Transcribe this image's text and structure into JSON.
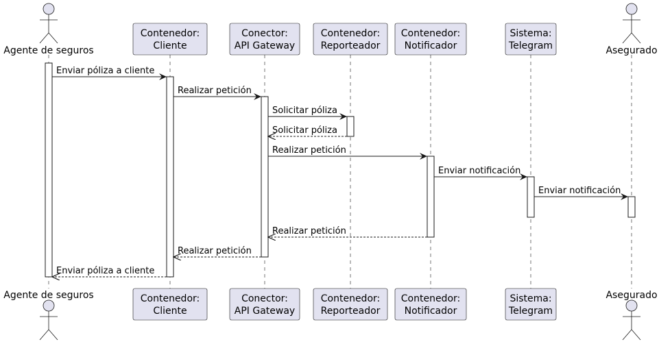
{
  "participants": [
    {
      "id": "agente",
      "kind": "actor",
      "lines": [
        "Agente de seguros"
      ]
    },
    {
      "id": "cliente",
      "kind": "box",
      "lines": [
        "Contenedor:",
        "Cliente"
      ]
    },
    {
      "id": "gateway",
      "kind": "box",
      "lines": [
        "Conector:",
        "API Gateway"
      ]
    },
    {
      "id": "reporteador",
      "kind": "box",
      "lines": [
        "Contenedor:",
        "Reporteador"
      ]
    },
    {
      "id": "notificador",
      "kind": "box",
      "lines": [
        "Contenedor:",
        "Notificador"
      ]
    },
    {
      "id": "telegram",
      "kind": "box",
      "lines": [
        "Sistema:",
        "Telegram"
      ]
    },
    {
      "id": "asegurado",
      "kind": "actor",
      "lines": [
        "Asegurado"
      ]
    }
  ],
  "messages": [
    {
      "from": "agente",
      "to": "cliente",
      "label": "Enviar póliza a cliente",
      "type": "sync"
    },
    {
      "from": "cliente",
      "to": "gateway",
      "label": "Realizar petición",
      "type": "sync"
    },
    {
      "from": "gateway",
      "to": "reporteador",
      "label": "Solicitar póliza",
      "type": "sync"
    },
    {
      "from": "reporteador",
      "to": "gateway",
      "label": "Solicitar póliza",
      "type": "reply"
    },
    {
      "from": "gateway",
      "to": "notificador",
      "label": "Realizar petición",
      "type": "sync"
    },
    {
      "from": "notificador",
      "to": "telegram",
      "label": "Enviar notificación",
      "type": "sync"
    },
    {
      "from": "telegram",
      "to": "asegurado",
      "label": "Enviar notificación",
      "type": "sync"
    },
    {
      "from": "notificador",
      "to": "gateway",
      "label": "Realizar petición",
      "type": "reply"
    },
    {
      "from": "gateway",
      "to": "cliente",
      "label": "Realizar petición",
      "type": "reply"
    },
    {
      "from": "cliente",
      "to": "agente",
      "label": "Enviar póliza a cliente",
      "type": "reply"
    }
  ],
  "colors": {
    "box_fill": "#e2e2f0",
    "box_stroke": "#181818",
    "lifeline": "#181818",
    "activation_fill": "#ffffff",
    "text": "#000000"
  }
}
